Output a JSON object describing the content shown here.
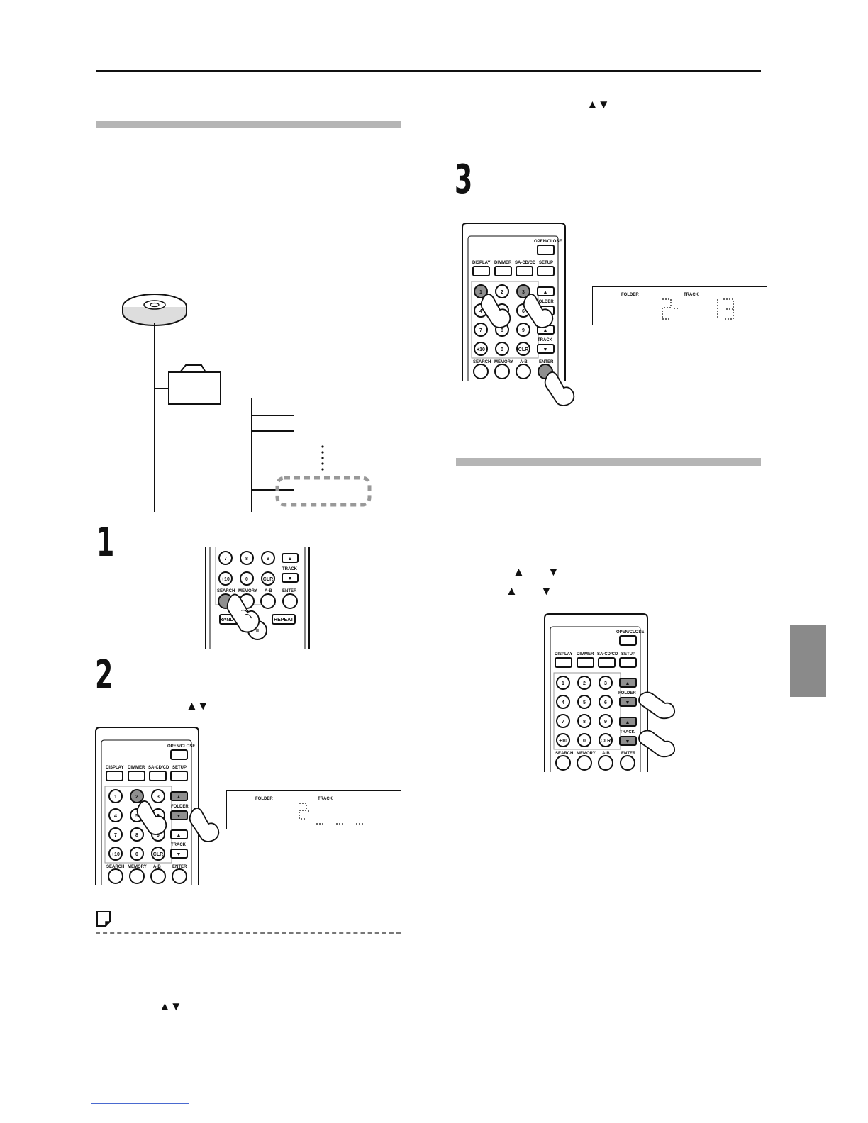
{
  "steps": {
    "one": "1",
    "two": "2",
    "three": "3"
  },
  "arrow_symbols": {
    "up_down": "▲▼",
    "up": "▲",
    "down": "▼"
  },
  "remote": {
    "open_close": "OPEN/CLOSE",
    "display": "DISPLAY",
    "dimmer": "DIMMER",
    "sacd_cd": "SA-CD/CD",
    "setup": "SETUP",
    "folder": "FOLDER",
    "track": "TRACK",
    "search": "SEARCH",
    "memory": "MEMORY",
    "ab": "A-B",
    "enter": "ENTER",
    "random": "RANDOM",
    "repeat": "REPEAT",
    "clr": "CLR",
    "plus10": "+10",
    "digits": [
      "1",
      "2",
      "3",
      "4",
      "5",
      "6",
      "7",
      "8",
      "9",
      "0"
    ]
  },
  "display_panels": {
    "step2": {
      "folder_label": "FOLDER",
      "track_label": "TRACK",
      "readout": "2-"
    },
    "step3": {
      "folder_label": "FOLDER",
      "track_label": "TRACK",
      "readout": "2-   13"
    }
  },
  "colors": {
    "section_bar": "#b5b5b5",
    "side_tab": "#8a8a8a",
    "pressed_button": "#8f8f8f"
  }
}
